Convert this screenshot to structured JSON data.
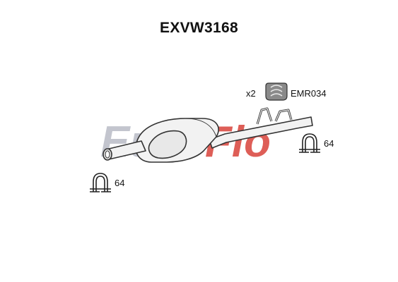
{
  "part_code": "EXVW3168",
  "watermark": {
    "brand_part1": "Euro",
    "brand_part2": "Flo",
    "colors": {
      "grey": "#b9bcc6",
      "red": "#d9423a"
    }
  },
  "rubber_mount": {
    "quantity": "x2",
    "part": "EMR034"
  },
  "clamp_left": {
    "size": "64"
  },
  "clamp_right": {
    "size": "64"
  },
  "colors": {
    "outline": "#333333",
    "part_fill": "#f2f2f2",
    "mount_fill": "#8a8a8a"
  }
}
